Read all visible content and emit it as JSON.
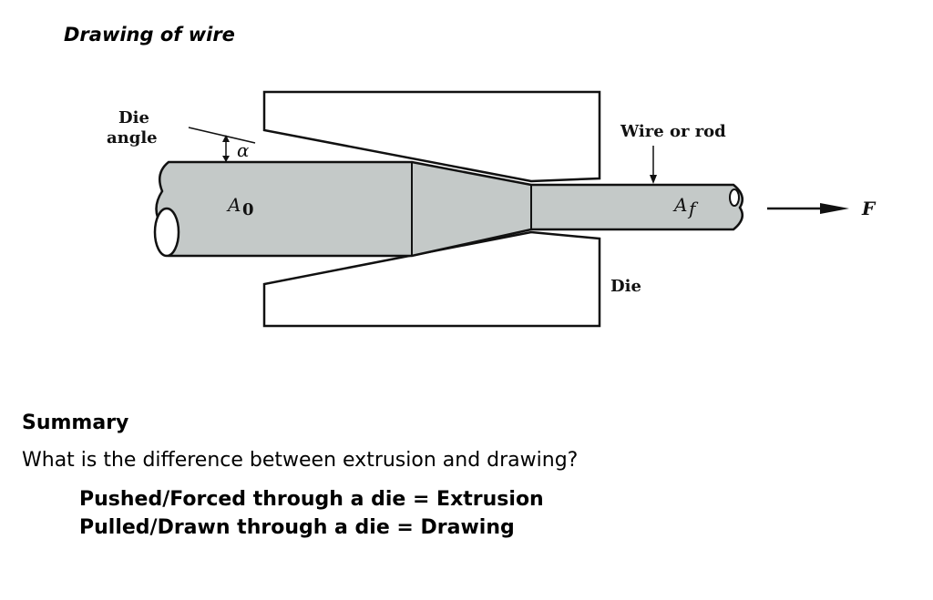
{
  "title": "Drawing of wire",
  "diagram": {
    "die_angle_label_1": "Die",
    "die_angle_label_2": "angle",
    "alpha": "α",
    "a0": "A",
    "a0_sub": "0",
    "af": "A",
    "af_sub": "f",
    "wire_label": "Wire or rod",
    "die_label": "Die",
    "force_label": "F",
    "wire_color": "#c4c9c8"
  },
  "summary": {
    "heading": "Summary",
    "question": "What is the difference between extrusion and drawing?",
    "answers": [
      "Pushed/Forced through a die = Extrusion",
      "Pulled/Drawn through a die = Drawing"
    ]
  }
}
